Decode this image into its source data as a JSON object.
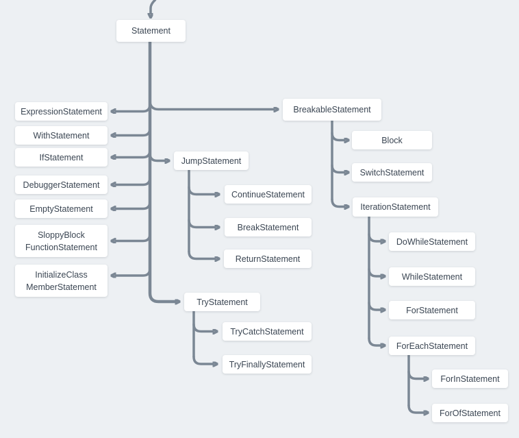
{
  "diagram": {
    "kind": "class-hierarchy-tree",
    "root_label": "Statement"
  },
  "colors": {
    "background": "#edf0f3",
    "edge": "#7b8794",
    "node_background": "#ffffff",
    "node_text": "#3b4653"
  },
  "nodes": {
    "statement": {
      "label": "Statement"
    },
    "expression_statement": {
      "label": "ExpressionStatement"
    },
    "with_statement": {
      "label": "WithStatement"
    },
    "if_statement": {
      "label": "IfStatement"
    },
    "debugger_statement": {
      "label": "DebuggerStatement"
    },
    "empty_statement": {
      "label": "EmptyStatement"
    },
    "sloppy_block_function_statement": {
      "label": "SloppyBlock\nFunctionStatement"
    },
    "initialize_class_member_statement": {
      "label": "InitializeClass\nMemberStatement"
    },
    "breakable_statement": {
      "label": "BreakableStatement"
    },
    "jump_statement": {
      "label": "JumpStatement"
    },
    "try_statement": {
      "label": "TryStatement"
    },
    "continue_statement": {
      "label": "ContinueStatement"
    },
    "break_statement": {
      "label": "BreakStatement"
    },
    "return_statement": {
      "label": "ReturnStatement"
    },
    "try_catch_statement": {
      "label": "TryCatchStatement"
    },
    "try_finally_statement": {
      "label": "TryFinallyStatement"
    },
    "block": {
      "label": "Block"
    },
    "switch_statement": {
      "label": "SwitchStatement"
    },
    "iteration_statement": {
      "label": "IterationStatement"
    },
    "do_while_statement": {
      "label": "DoWhileStatement"
    },
    "while_statement": {
      "label": "WhileStatement"
    },
    "for_statement": {
      "label": "ForStatement"
    },
    "for_each_statement": {
      "label": "ForEachStatement"
    },
    "for_in_statement": {
      "label": "ForInStatement"
    },
    "for_of_statement": {
      "label": "ForOfStatement"
    }
  },
  "hierarchy": {
    "Statement": [
      "ExpressionStatement",
      "WithStatement",
      "IfStatement",
      "DebuggerStatement",
      "EmptyStatement",
      "SloppyBlockFunctionStatement",
      "InitializeClassMemberStatement",
      "BreakableStatement",
      "JumpStatement",
      "TryStatement"
    ],
    "BreakableStatement": [
      "Block",
      "SwitchStatement",
      "IterationStatement"
    ],
    "IterationStatement": [
      "DoWhileStatement",
      "WhileStatement",
      "ForStatement",
      "ForEachStatement"
    ],
    "ForEachStatement": [
      "ForInStatement",
      "ForOfStatement"
    ],
    "JumpStatement": [
      "ContinueStatement",
      "BreakStatement",
      "ReturnStatement"
    ],
    "TryStatement": [
      "TryCatchStatement",
      "TryFinallyStatement"
    ]
  }
}
